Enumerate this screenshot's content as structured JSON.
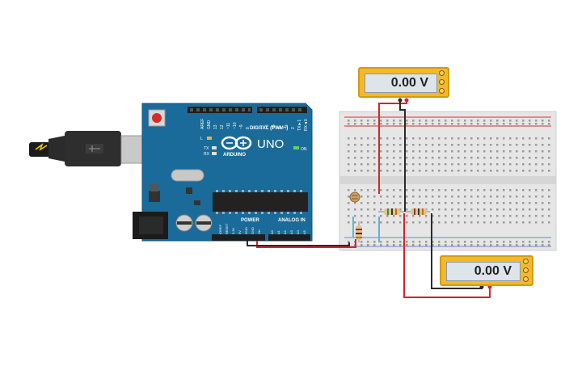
{
  "meter_top": {
    "reading": "0.00 V"
  },
  "meter_bottom": {
    "reading": "0.00 V"
  },
  "arduino": {
    "logo_text": "ARDUINO",
    "model": "UNO",
    "digital_label": "DIGITAL (PWM~)",
    "power_label": "POWER",
    "analog_label": "ANALOG IN",
    "on_label": "ON",
    "l_label": "L",
    "tx_label": "TX",
    "rx_label": "RX",
    "aref_label": "AREF",
    "gnd_label": "GND",
    "digital_pins": [
      "13",
      "12",
      "~11",
      "~10",
      "~9",
      "8",
      "7",
      "~6",
      "~5",
      "4",
      "~3",
      "2",
      "TX►1",
      "RX◄0"
    ],
    "power_pins": [
      "IOREF",
      "RESET",
      "3.3V",
      "5V",
      "GND",
      "GND",
      "Vin"
    ],
    "analog_pins": [
      "A0",
      "A1",
      "A2",
      "A3",
      "A4",
      "A5"
    ]
  },
  "colors": {
    "board": "#1a6b99",
    "wire_red": "#d82424",
    "wire_black": "#2a2a2a",
    "meter": "#f3b92b",
    "breadboard": "#e6e6e6"
  }
}
